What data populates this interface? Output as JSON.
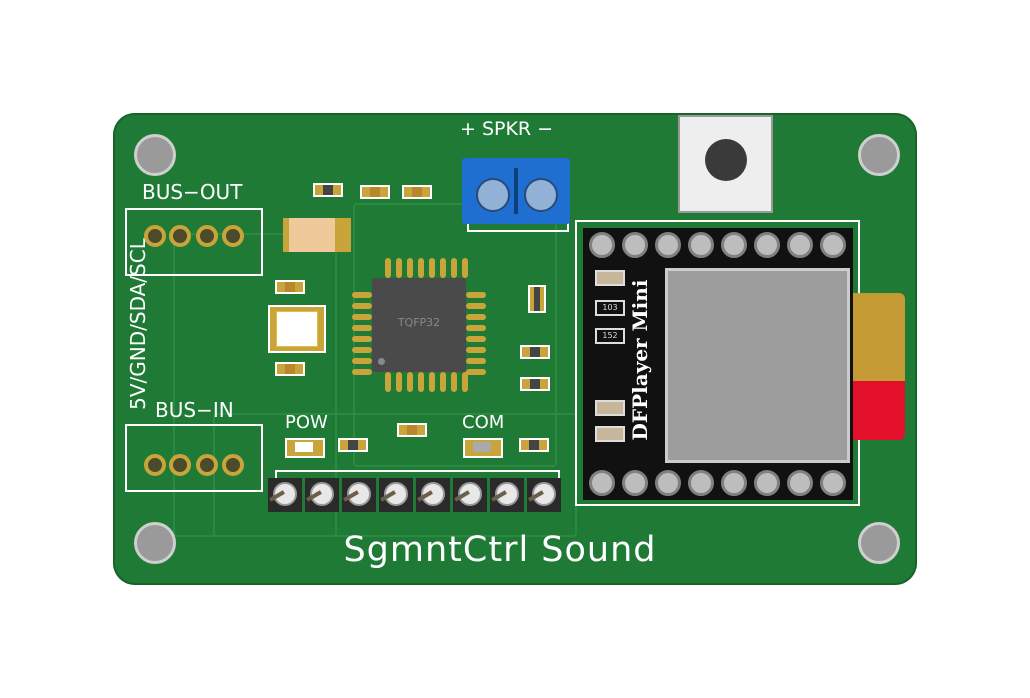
{
  "board": {
    "title": "SgmntCtrl Sound",
    "labels": {
      "bus_out": "BUS−OUT",
      "bus_in": "BUS−IN",
      "bus_pinout": "5V/GND/SDA/SCL",
      "speaker": "+ SPKR −",
      "pow_led": "POW",
      "com_led": "COM",
      "mcu_package": "TQFP32",
      "module_name": "DFPlayer Mini",
      "resistor_103": "103",
      "resistor_152": "152"
    },
    "colors": {
      "pcb": "#1f7a36",
      "silkscreen": "#ffffff",
      "terminal": "#1e6fd0",
      "module": "#111111"
    }
  }
}
